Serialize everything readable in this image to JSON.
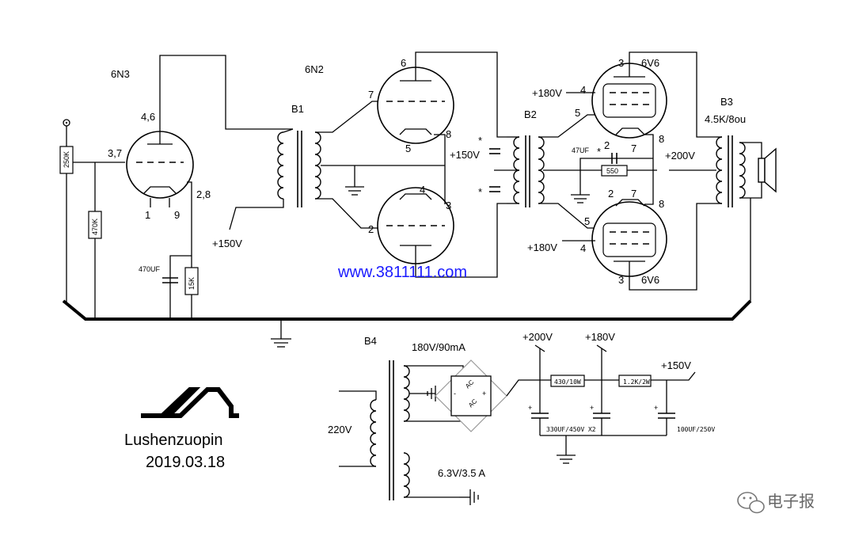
{
  "tubes": {
    "v1": {
      "name": "6N3",
      "pin_grid": "3,7",
      "pin_plate": "4,6",
      "pin_cathode": "2,8",
      "pin_a": "1",
      "pin_b": "9"
    },
    "v2": {
      "name": "6N2",
      "pin_top_plate": "6",
      "pin_top_grid": "7",
      "pin_top_cathode": "8",
      "pin_top_heater": "5",
      "pin_bot_grid": "2",
      "pin_bot_plate": "3",
      "pin_bot_top": "4"
    },
    "v3": {
      "name": "6V6",
      "pin_plate": "3",
      "pin_screen": "4",
      "pin_grid": "5",
      "pin_cathode": "8",
      "pin_heater_a": "2",
      "pin_heater_b": "7"
    },
    "v4": {
      "name": "6V6",
      "pin_plate": "3",
      "pin_screen": "4",
      "pin_grid": "5",
      "pin_cathode": "8",
      "pin_heater_a": "2",
      "pin_heater_b": "7"
    }
  },
  "transformers": {
    "b1": "B1",
    "b2": "B2",
    "b3": "B3",
    "b3_spec": "4.5K/8ou",
    "b4": "B4"
  },
  "components": {
    "r_250k": "250K",
    "r_470k": "470K",
    "r_15k": "15K",
    "c_470uf": "470UF",
    "c_47uf": "47UF",
    "r_550": "550",
    "r_430": "430/10W",
    "r_1k2": "1.2K/2W",
    "c_330": "330UF/450V X2",
    "c_100": "100UF/250V",
    "bridge_ac_top": "AC",
    "bridge_ac_bot": "AC",
    "plus": "+",
    "minus": "-",
    "star": "*"
  },
  "voltages": {
    "v150_b1": "+150V",
    "v150_b2": "+150V",
    "v180_top": "+180V",
    "v180_bot": "+180V",
    "v200_b3": "+200V",
    "v200_ps": "+200V",
    "v180_ps": "+180V",
    "v150_ps": "+150V",
    "mains": "220V",
    "hv_winding": "180V/90mA",
    "heater_winding": "6.3V/3.5 A"
  },
  "watermark": "www.3811111.com",
  "logo": {
    "author": "Lushenzuopin",
    "date": "2019.03.18"
  },
  "brand": "电子报",
  "colors": {
    "ink": "#000000",
    "watermark": "#1a1aff",
    "brand": "#666666"
  }
}
